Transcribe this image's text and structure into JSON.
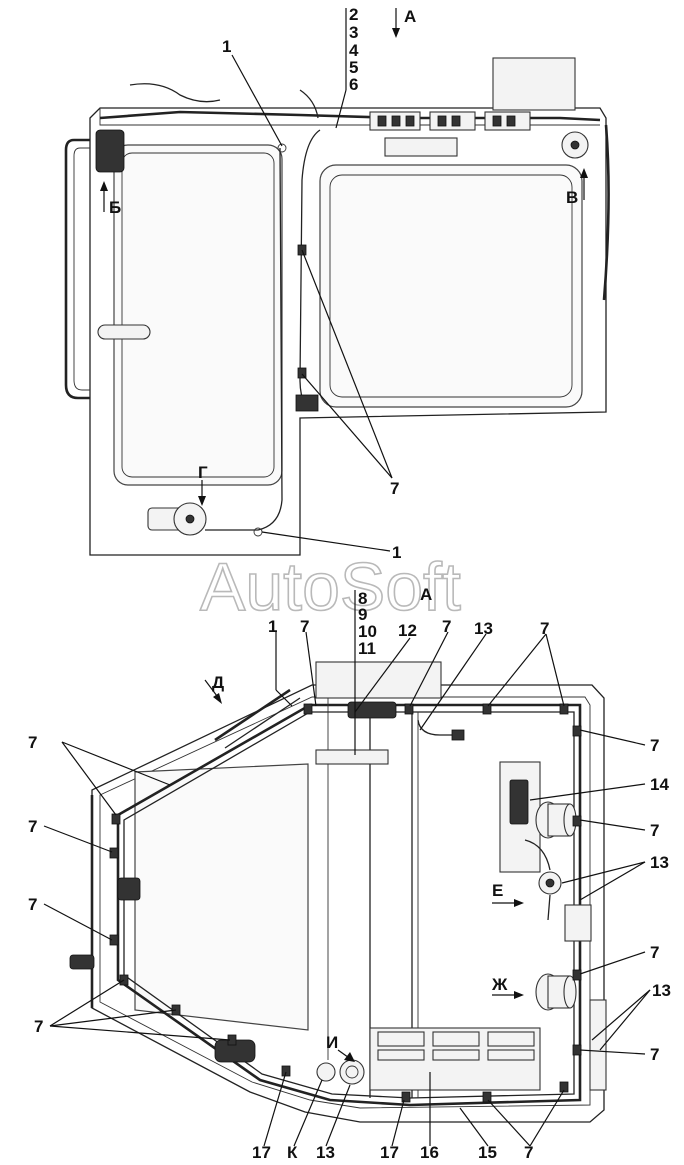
{
  "watermark": "AutoSoft",
  "top_view": {
    "view_label": "А",
    "callouts": {
      "c1a": "1",
      "c2": "2",
      "c3": "3",
      "c4": "4",
      "c5": "5",
      "c6": "6",
      "c7": "7",
      "c1b": "1"
    },
    "arrows": {
      "b": "Б",
      "v": "В",
      "g": "Г"
    }
  },
  "bottom_view": {
    "view_label": "А",
    "callouts": {
      "c8": "8",
      "c9": "9",
      "c10": "10",
      "c11": "11",
      "c1": "1",
      "c7_top1": "7",
      "c12": "12",
      "c7_top2": "7",
      "c13_top": "13",
      "c7_top3": "7",
      "c7_left1": "7",
      "c7_left2": "7",
      "c7_left3": "7",
      "c7_left4": "7",
      "c7_right1": "7",
      "c14": "14",
      "c7_right2": "7",
      "c13_right": "13",
      "c7_right3": "7",
      "c13_right2": "13",
      "c7_right4": "7",
      "c17a": "17",
      "c_k": "К",
      "c13_bottom": "13",
      "c17b": "17",
      "c16": "16",
      "c15": "15",
      "c7_bottom": "7"
    },
    "arrows": {
      "d": "Д",
      "e": "Е",
      "zh": "Ж",
      "i": "И"
    }
  }
}
